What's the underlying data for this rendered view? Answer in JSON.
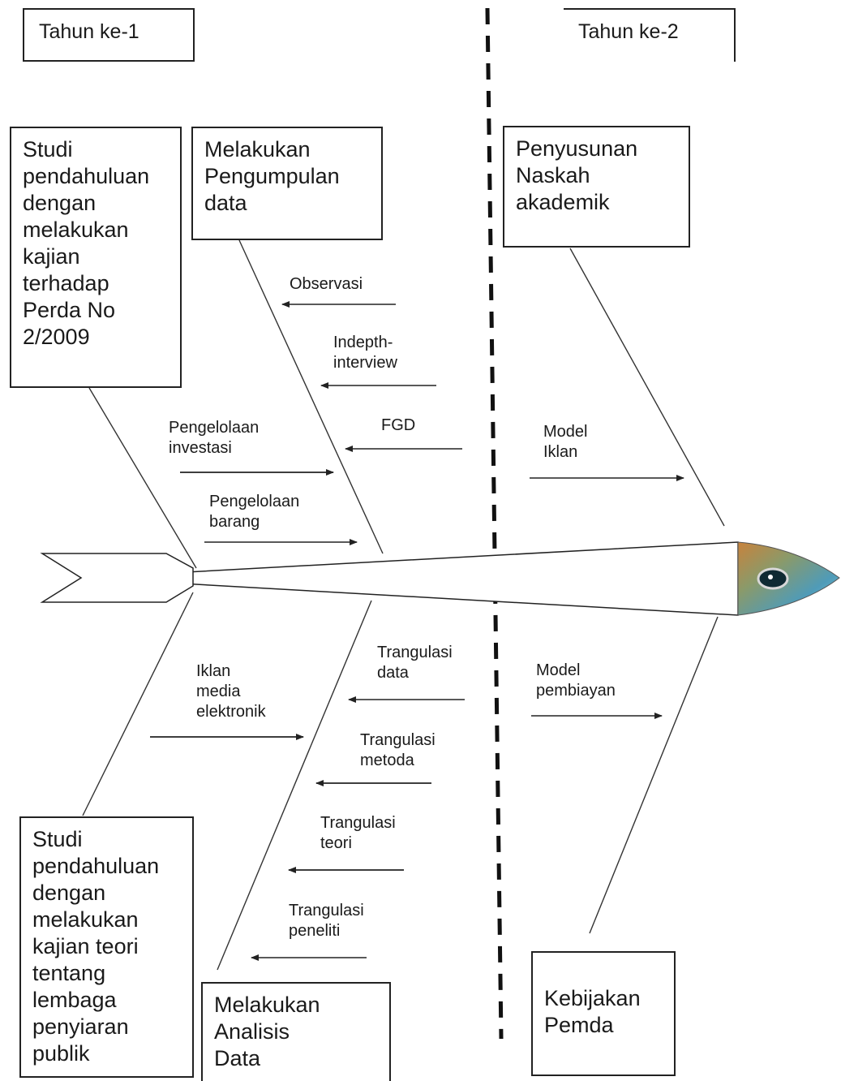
{
  "year_labels": {
    "year1": "Tahun ke-1",
    "year2": "Tahun ke-2"
  },
  "boxes": {
    "studi_perda": "Studi\npendahuluan\ndengan\nmelakukan\nkajian\nterhadap\nPerda No\n2/2009",
    "pengumpulan_data": "Melakukan\nPengumpulan\ndata",
    "naskah_akademik": "Penyusunan\nNaskah\nakademik",
    "studi_teori": "Studi\npendahuluan\ndengan\nmelakukan\nkajian teori\ntentang\nlembaga\npenyiaran\npublik",
    "analisis_data": "Melakukan\nAnalisis\nData",
    "kebijakan_pemda": "Kebijakan\nPemda"
  },
  "arrow_labels": {
    "observasi": "Observasi",
    "indepth": "Indepth-\ninterview",
    "fgd": "FGD",
    "pengelolaan_investasi": "Pengelolaan\ninvestasi",
    "pengelolaan_barang": "Pengelolaan\nbarang",
    "model_iklan": "Model\nIklan",
    "trangulasi_data": "Trangulasi\ndata",
    "iklan_media": "Iklan\nmedia\nelektronik",
    "model_pembiayan": "Model\npembiayan",
    "trangulasi_metoda": "Trangulasi\nmetoda",
    "trangulasi_teori": "Trangulasi\nteori",
    "trangulasi_peneliti": "Trangulasi\npeneliti"
  }
}
